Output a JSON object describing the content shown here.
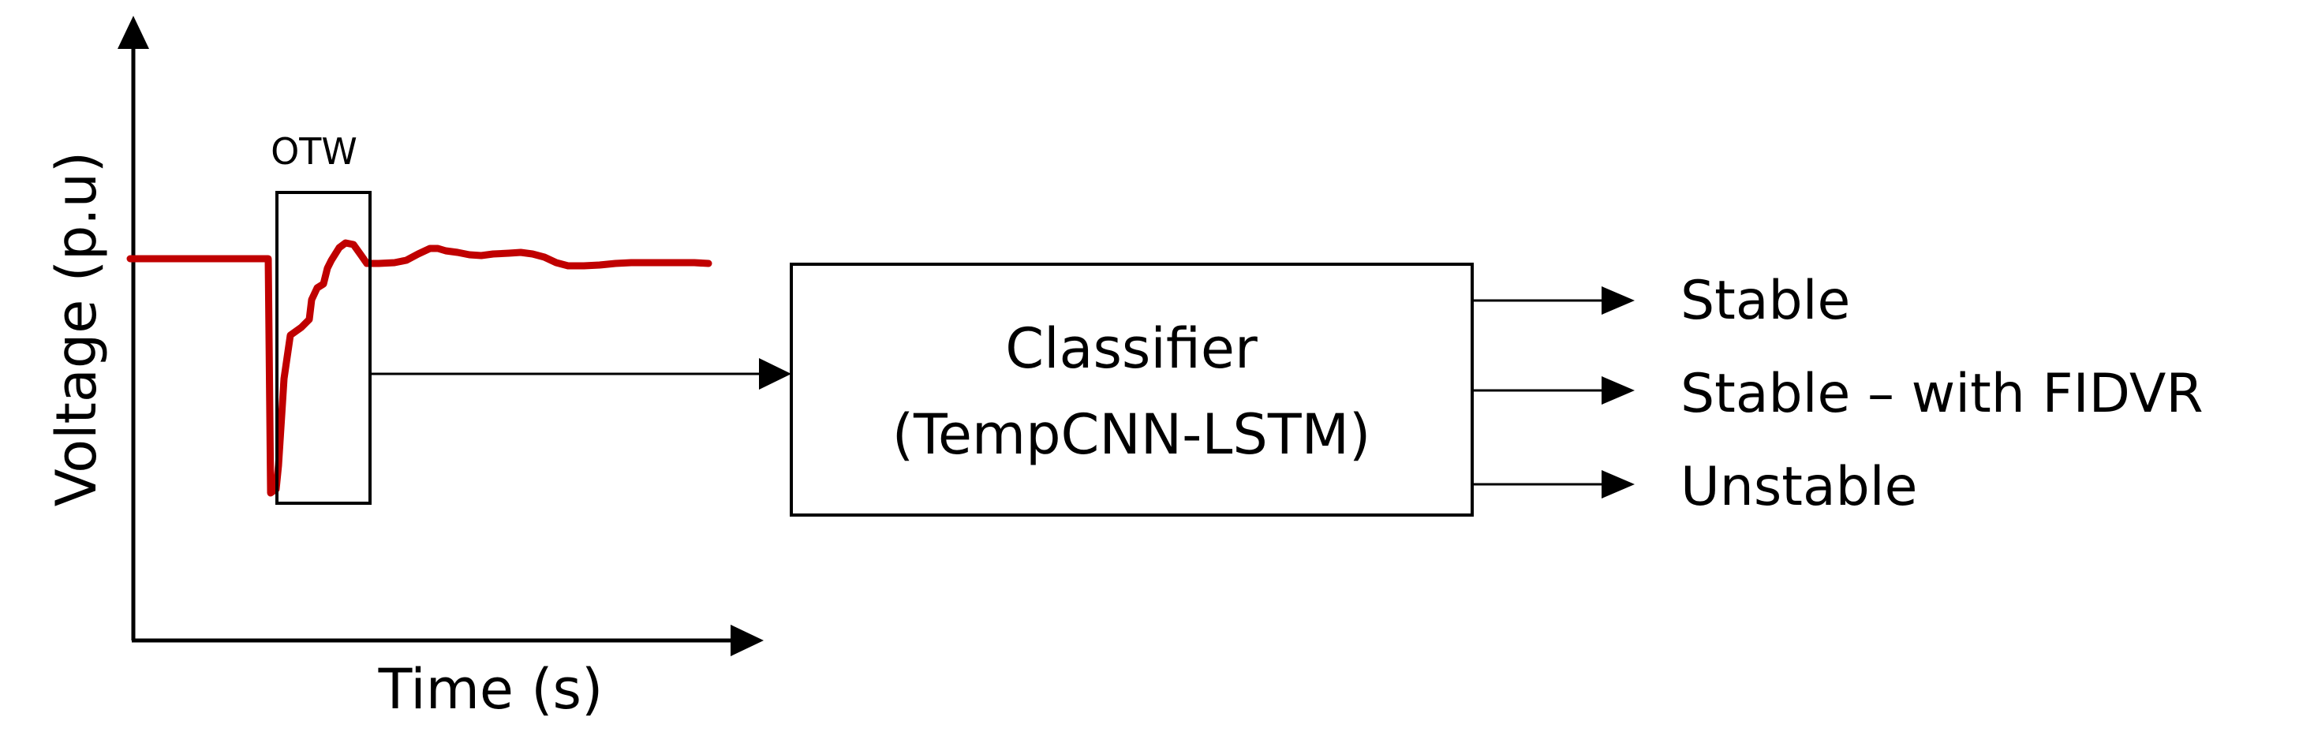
{
  "plot": {
    "y_axis_label": "Voltage (p.u)",
    "x_axis_label": "Time (s)",
    "window_label": "OTW",
    "trace_color": "#c00000"
  },
  "classifier": {
    "line1": "Classifier",
    "line2": "(TempCNN-LSTM)"
  },
  "outputs": [
    "Stable",
    "Stable – with FIDVR",
    "Unstable"
  ]
}
